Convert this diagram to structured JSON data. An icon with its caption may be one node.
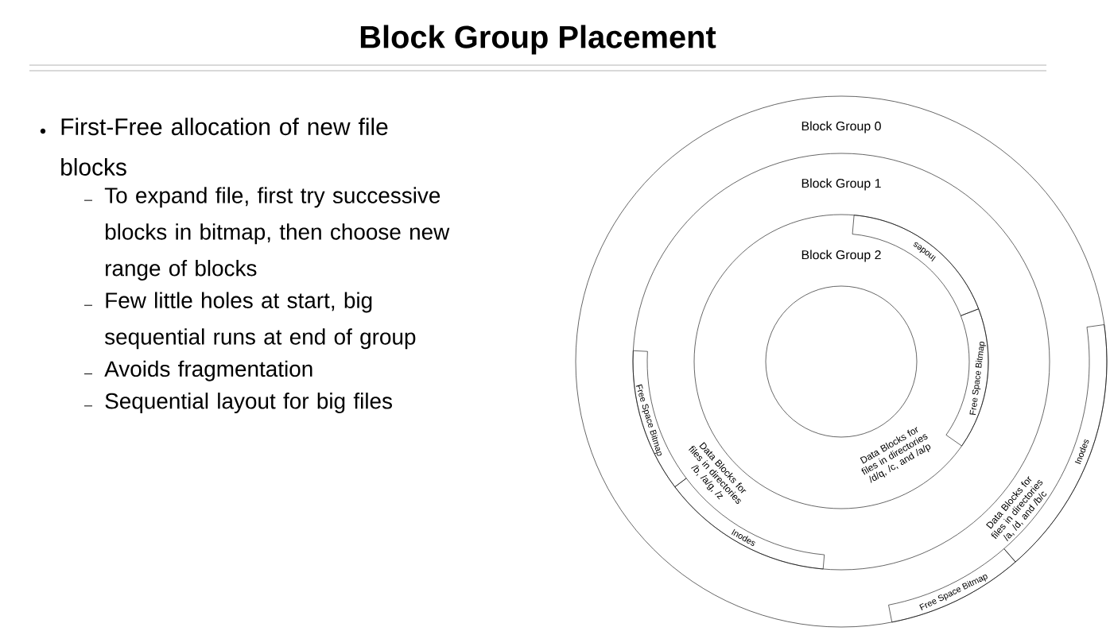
{
  "diagram": {
    "title": "Block Group Placement",
    "nodes": [
      {
        "text": [
          "Block Group 0",
          "Data Blocks for files in directories /a, /d, and /b/c"
        ]
      },
      {
        "text": [
          "Block Group 1",
          "Data Blocks for files in directories /b, /a/g, /z"
        ],
        "in": 0
      },
      {
        "text": [
          "Block Group 2",
          "Data Blocks for files in directories /d/q, /c, and /a/p"
        ],
        "in": 1
      },
      {
        "text": [],
        "shape": "circle",
        "in": 2
      },
      {
        "text": [
          "Inodes"
        ],
        "in": 2
      },
      {
        "text": [
          "Free Space Bitmap"
        ],
        "in": 2
      },
      {
        "text": [
          "Free Space Bitmap"
        ],
        "in": 1
      },
      {
        "text": [
          "Inodes"
        ],
        "in": 1
      },
      {
        "text": [
          "Inodes"
        ],
        "in": 0
      },
      {
        "text": [
          "Free Space Bitmap"
        ],
        "in": 0
      }
    ],
    "labels": [
      "First-Free allocation of new file blocks",
      "To expand file, first try successive blocks in bitmap, then choose new range of blocks",
      "Few little holes at start, big sequential runs at end of group",
      "Avoids fragmentation",
      "Sequential layout for big files"
    ]
  }
}
